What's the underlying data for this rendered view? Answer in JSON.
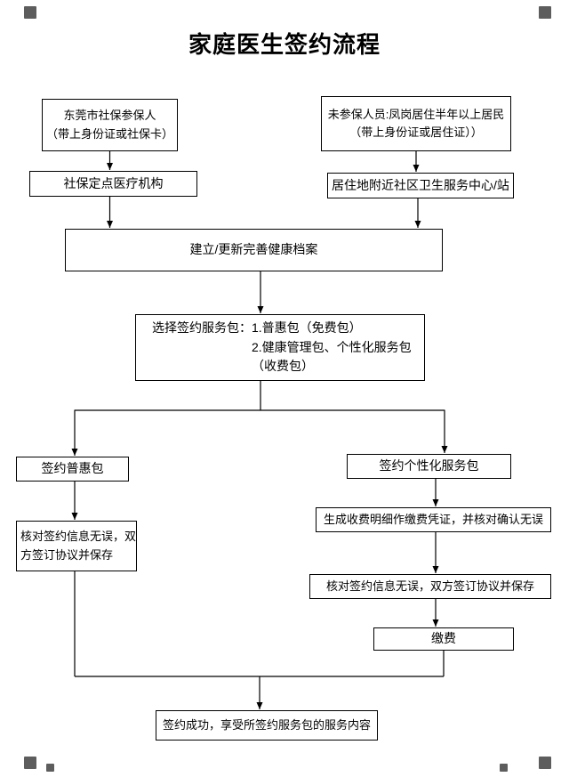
{
  "page": {
    "title": "家庭医生签约流程"
  },
  "nodes": {
    "insured_person": {
      "text": "东莞市社保参保人\n（带上身份证或社保卡）"
    },
    "uninsured_person": {
      "text": "未参保人员:凤岗居住半年以上居民\n（带上身份证或居住证））"
    },
    "insured_facility": {
      "text": "社保定点医疗机构"
    },
    "uninsured_facility": {
      "text": "居住地附近社区卫生服务中心/站"
    },
    "health_record": {
      "text": "建立/更新完善健康档案"
    },
    "select_package": {
      "line1": "选择签约服务包：1.普惠包（免费包）",
      "line2": "2.健康管理包、个性化服务包（收费包）"
    },
    "sign_basic": {
      "text": "签约普惠包"
    },
    "sign_personalized": {
      "text": "签约个性化服务包"
    },
    "verify_basic": {
      "text": "核对签约信息无误，双\n方签订协议并保存"
    },
    "fee_detail": {
      "text": "生成收费明细作缴费凭证，并核对确认无误"
    },
    "verify_personalized": {
      "text": "核对签约信息无误，双方签订协议并保存"
    },
    "payment": {
      "text": "缴费"
    },
    "success": {
      "text": "签约成功，享受所签约服务包的服务内容"
    }
  }
}
